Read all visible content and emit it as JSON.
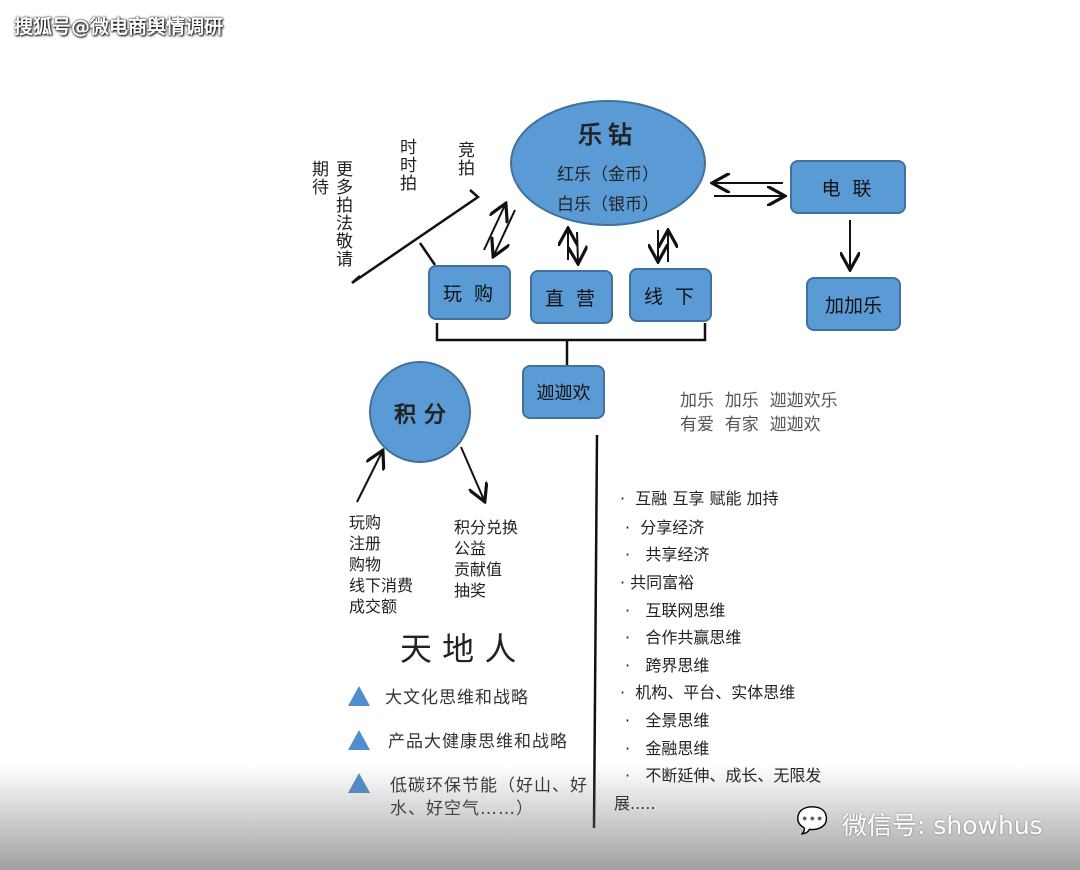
{
  "watermark_top": "搜狐号@微电商舆情调研",
  "watermark_bottom": "微信号: showhus",
  "colors": {
    "shape_fill": "#5b9bd5",
    "shape_border": "#41719c"
  },
  "center": {
    "title": "乐钻",
    "line1": "红乐（金币）",
    "line2": "白乐（银币）"
  },
  "boxes": {
    "dianlian": "电 联",
    "jiajiale": "加加乐",
    "wangou": "玩 购",
    "zhiying": "直 营",
    "xianxia": "线 下",
    "jiajiahuan": "迦迦欢"
  },
  "vertical_labels": {
    "qidai": "期待",
    "more": "更多拍法敬请",
    "shishipai": "时时拍",
    "jingpai": "竞拍"
  },
  "slogan": {
    "line1": "加乐  加乐  迦迦欢乐",
    "line2": "有爱  有家  迦迦欢"
  },
  "points": {
    "title": "积 分",
    "earn": [
      "玩购",
      "注册",
      "购物",
      "线下消费",
      "成交额"
    ],
    "use": [
      "积分兑换",
      "公益",
      "贡献值",
      "抽奖"
    ]
  },
  "tiandiren": {
    "title": "天 地 人",
    "items": [
      "大文化思维和战略",
      "产品大健康思维和战略",
      "低碳环保节能（好山、好水、好空气……）"
    ]
  },
  "bullets": [
    "互融 互享 赋能 加持",
    "分享经济",
    "共享经济",
    "共同富裕",
    "互联网思维",
    "合作共赢思维",
    "跨界思维",
    "机构、平台、实体思维",
    "全景思维",
    "金融思维",
    "不断延伸、成长、无限发展....."
  ]
}
